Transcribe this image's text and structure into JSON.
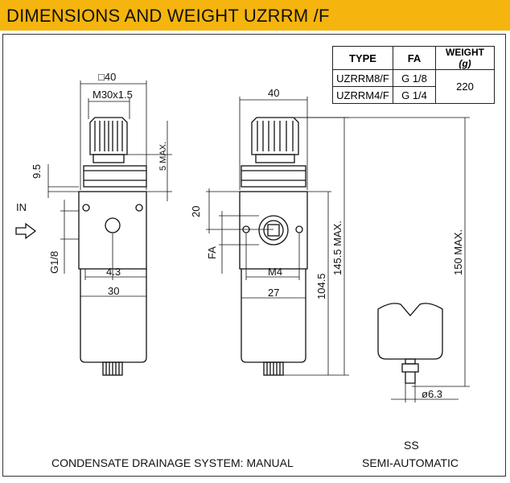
{
  "header": {
    "title": "DIMENSIONS AND WEIGHT UZRRM /F",
    "color": "#f5b40e"
  },
  "table": {
    "headers": {
      "type": "TYPE",
      "fa": "FA",
      "weight": "WEIGHT",
      "weight_unit": "(g)"
    },
    "rows": [
      {
        "type": "UZRRM8/F",
        "fa": "G 1/8"
      },
      {
        "type": "UZRRM4/F",
        "fa": "G 1/4"
      }
    ],
    "weight_value": "220"
  },
  "left_view": {
    "sq40": "□40",
    "thread": "M30x1.5",
    "max5": "5 MAX.",
    "d95": "9.5",
    "in": "IN",
    "g18": "G1/8",
    "d43": "4.3",
    "d30": "30"
  },
  "mid_view": {
    "d40": "40",
    "d20": "20",
    "fa": "FA",
    "m4": "M4",
    "d27": "27",
    "d1045": "104.5",
    "max1455": "145.5 MAX.",
    "max150": "150 MAX."
  },
  "right_view": {
    "d63": "ø6.3"
  },
  "footer": {
    "manual_caption": "CONDENSATE DRAINAGE SYSTEM:  MANUAL",
    "ss": "SS",
    "semi": "SEMI-AUTOMATIC"
  }
}
